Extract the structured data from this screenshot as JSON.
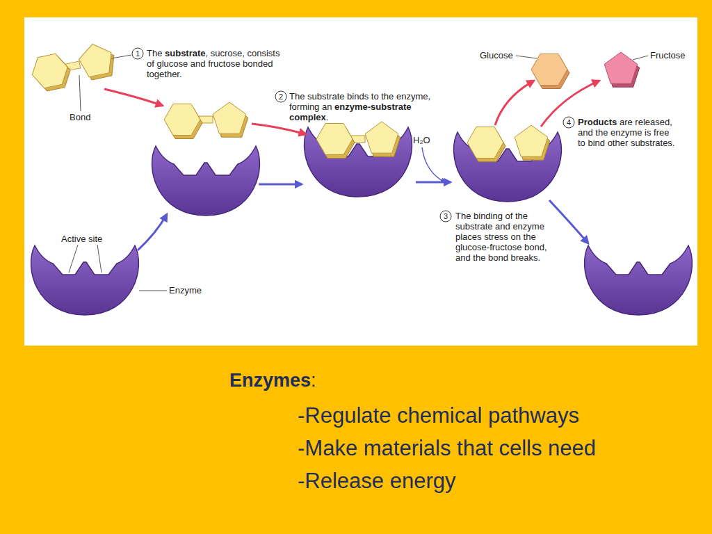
{
  "diagram": {
    "labels": [
      "1",
      "The substrate, sucrose, consists of glucose and fructose bonded together.",
      "Bond",
      "2",
      "The substrate binds to the enzyme, forming an enzyme-substrate complex.",
      "H₂O",
      "Glucose",
      "Fructose",
      "4",
      "Products are released, and the enzyme is free to bind other substrates.",
      "Active site",
      "3",
      "The binding of the substrate and enzyme places stress on the glucose-fructose bond, and the bond breaks.",
      "Enzyme",
      "Enzymes:",
      "-Regulate chemical pathways",
      "-Make materials that cells need",
      "-Release energy"
    ]
  }
}
